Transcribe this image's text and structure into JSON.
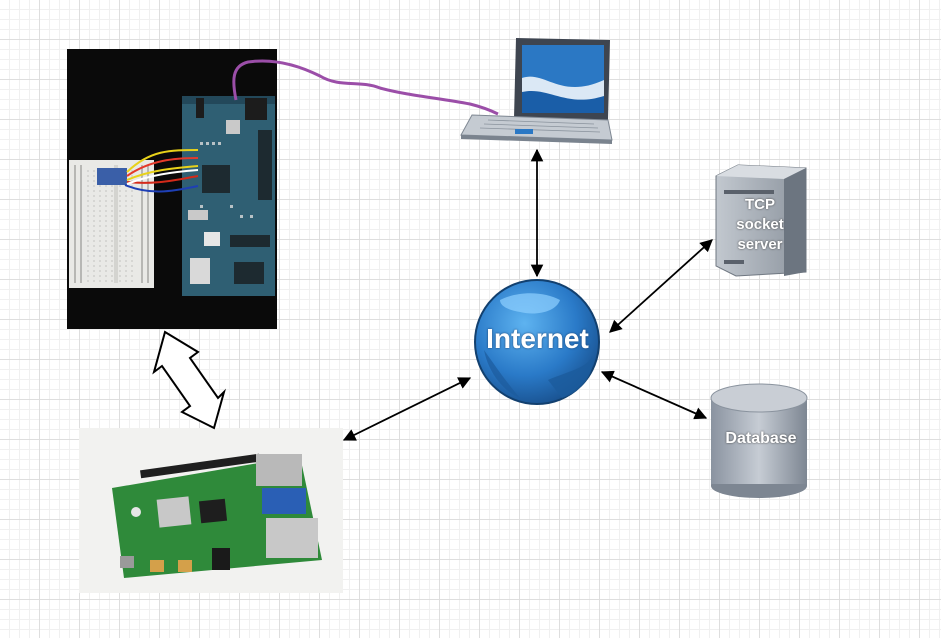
{
  "nodes": {
    "internet": {
      "label": "Internet"
    },
    "tcp_server": {
      "label": "TCP\nsocket\nserver"
    },
    "database": {
      "label": "Database"
    }
  },
  "colors": {
    "globe_blue": "#2a7ac8",
    "server_gray": "#9aa3ad",
    "cable_purple": "#9b4ea8",
    "arrow_black": "#000000"
  }
}
